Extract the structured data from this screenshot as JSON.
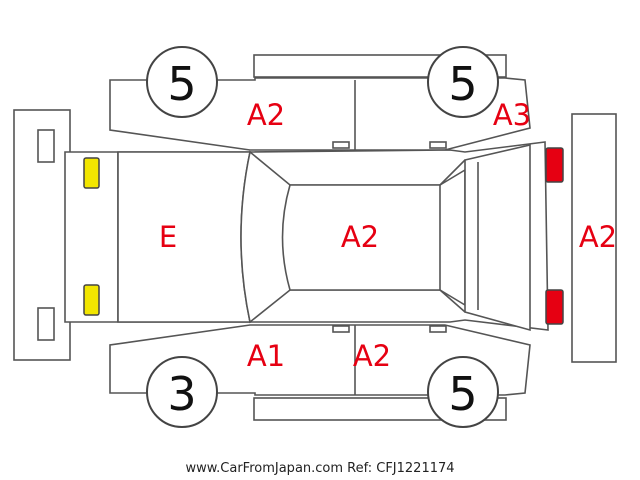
{
  "colors": {
    "damage_code": "#e60012",
    "front_lamp": "#f2e600",
    "rear_lamp": "#e60012",
    "outline": "#555555"
  },
  "tires": {
    "front_left": "5",
    "rear_left": "5",
    "front_right": "3",
    "rear_right": "5"
  },
  "damage_codes": {
    "front_left_door": "A2",
    "rear_left_quarter": "A3",
    "hood": "E",
    "roof": "A2",
    "rear_bumper": "A2",
    "front_right_door": "A1",
    "rear_right_door": "A2"
  },
  "footer": {
    "source": "www.CarFromJapan.com Ref: CFJ1221174"
  }
}
